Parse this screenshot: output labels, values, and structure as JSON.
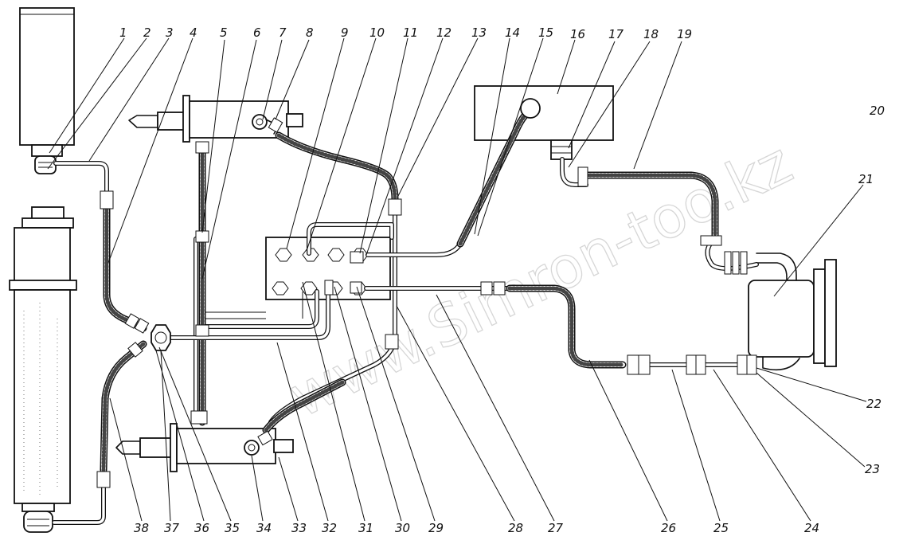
{
  "watermark": "www.Simron-too.kz",
  "callouts": {
    "c1": "1",
    "c2": "2",
    "c3": "3",
    "c4": "4",
    "c5": "5",
    "c6": "6",
    "c7": "7",
    "c8": "8",
    "c9": "9",
    "c10": "10",
    "c11": "11",
    "c12": "12",
    "c13": "13",
    "c14": "14",
    "c15": "15",
    "c16": "16",
    "c17": "17",
    "c18": "18",
    "c19": "19",
    "c20": "20",
    "c21": "21",
    "c22": "22",
    "c23": "23",
    "c24": "24",
    "c25": "25",
    "c26": "26",
    "c27": "27",
    "c28": "28",
    "c29": "29",
    "c30": "30",
    "c31": "31",
    "c32": "32",
    "c33": "33",
    "c34": "34",
    "c35": "35",
    "c36": "36",
    "c37": "37",
    "c38": "38"
  }
}
